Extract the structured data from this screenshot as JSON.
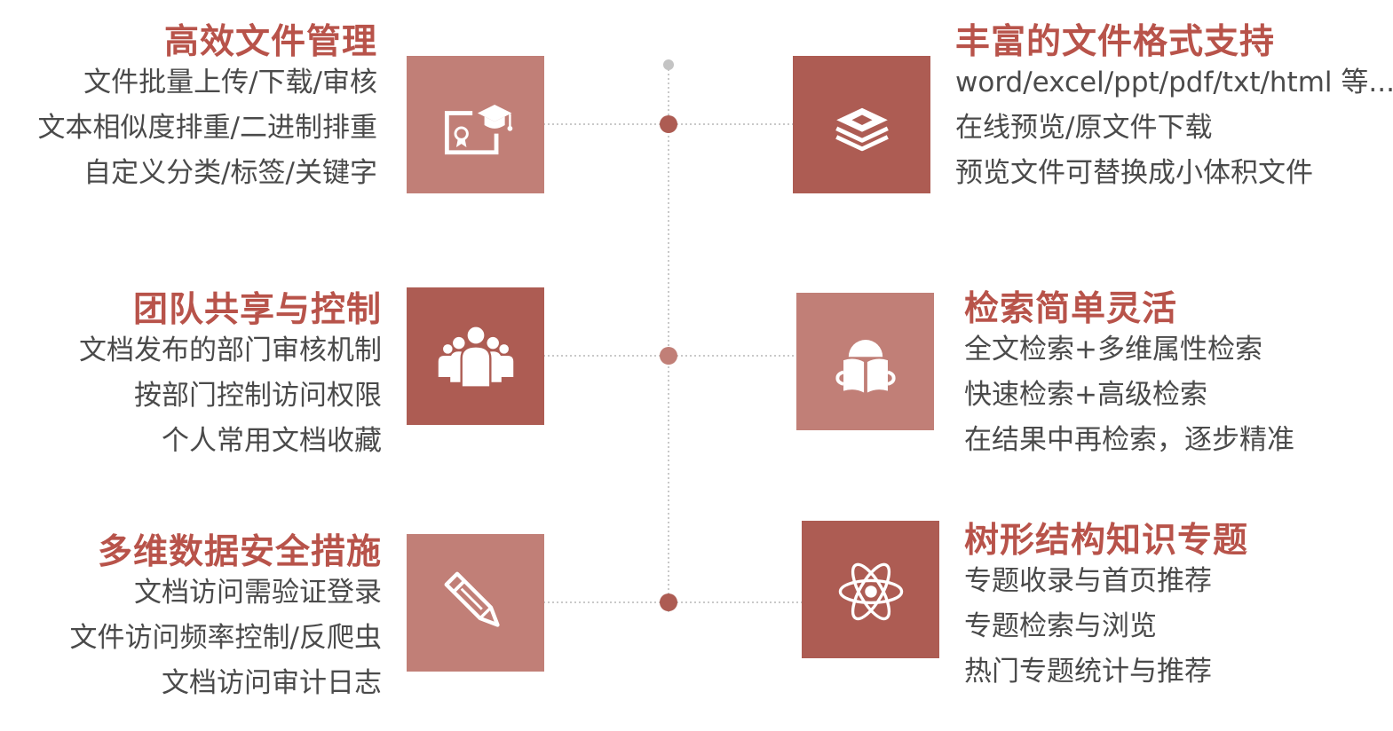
{
  "colors": {
    "dark": "#ad5c53",
    "light": "#c17f77",
    "title": "#b8534a",
    "axis": "#c9c9c9",
    "axis_dot_top": "#c4c4c4"
  },
  "items": [
    {
      "title": "高效文件管理",
      "lines": [
        "文件批量上传/下载/审核",
        "文本相似度排重/二进制排重",
        "自定义分类/标签/关键字"
      ],
      "icon": "certificate-graduation-cap-icon",
      "tile_color": "light"
    },
    {
      "title": "丰富的文件格式支持",
      "lines": [
        "word/excel/ppt/pdf/txt/html 等...",
        "在线预览/原文件下载",
        "预览文件可替换成小体积文件"
      ],
      "icon": "document-stack-icon",
      "tile_color": "dark"
    },
    {
      "title": "团队共享与控制",
      "lines": [
        "文档发布的部门审核机制",
        "按部门控制访问权限",
        "个人常用文档收藏"
      ],
      "icon": "team-people-icon",
      "tile_color": "dark"
    },
    {
      "title": "检索简单灵活",
      "lines": [
        "全文检索+多维属性检索",
        "快速检索+高级检索",
        "在结果中再检索，逐步精准"
      ],
      "icon": "reading-person-icon",
      "tile_color": "light"
    },
    {
      "title": "多维数据安全措施",
      "lines": [
        "文档访问需验证登录",
        "文件访问频率控制/反爬虫",
        "文档访问审计日志"
      ],
      "icon": "pen-icon",
      "tile_color": "light"
    },
    {
      "title": "树形结构知识专题",
      "lines": [
        "专题收录与首页推荐",
        "专题检索与浏览",
        "热门专题统计与推荐"
      ],
      "icon": "atom-icon",
      "tile_color": "dark"
    }
  ]
}
